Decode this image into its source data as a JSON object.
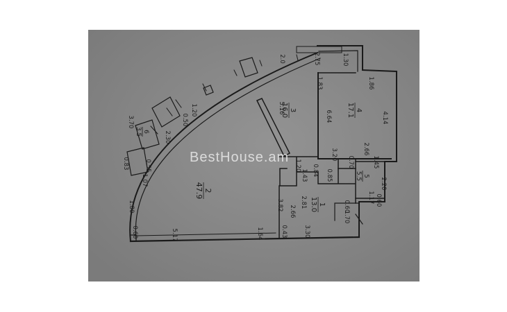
{
  "plan": {
    "colors": {
      "paper": "#8a8a8a",
      "wall": "#1a1a1a",
      "ink": "#1c1c1c",
      "watermark": "#e9e9e9"
    },
    "watermark": "BestHouse.am",
    "rooms": [
      {
        "num": "1",
        "area": "13.0"
      },
      {
        "num": "2",
        "area": "47.9"
      },
      {
        "num": "3",
        "area": "16.0"
      },
      {
        "num": "4",
        "area": "17.1"
      },
      {
        "num": "5",
        "area": "5.5"
      },
      {
        "num": "6",
        "area": "3.5"
      }
    ],
    "dims": {
      "top_2_0": "2.0",
      "top_2_75": "2.75",
      "top_1_30": "1.30",
      "r4_1_83": "1.83",
      "r4_1_86": "1.86",
      "r4_6_64": "6.64",
      "r4_4_14": "4.14",
      "r4_3_20": "3.20",
      "r4_2_66": "2.66",
      "r3_5_16": "5.16",
      "arc_3_70": "3.70",
      "arc_1_20": "1.20",
      "arc_0_50": "0.50",
      "arc_2_30": "2.30",
      "arc_0_83": "0.83",
      "arc_1_07": "1.07",
      "arc_0_55": "0.55",
      "arc_1_80": "1.80",
      "arc_0_60": "0.60",
      "b_5_17": "5.17",
      "b_1_64": "1.64",
      "b_0_43": "0.43",
      "b_3_30": "3.30",
      "c_1_20": "1.20",
      "c_1_43": "1.43",
      "c_0_84": "0.84",
      "c_0_85": "0.85",
      "c_0_70": "0.70",
      "c_1_45": "1.45",
      "r5_2_20": "2.20",
      "r5_0_60": "0.60",
      "r5_1_17": "1.17",
      "r1_3_82": "3.82",
      "r1_2_66": "2.66",
      "r1_2_81": "2.81",
      "r1_0_60": "0.60",
      "r1_1_70": "1.70"
    }
  }
}
